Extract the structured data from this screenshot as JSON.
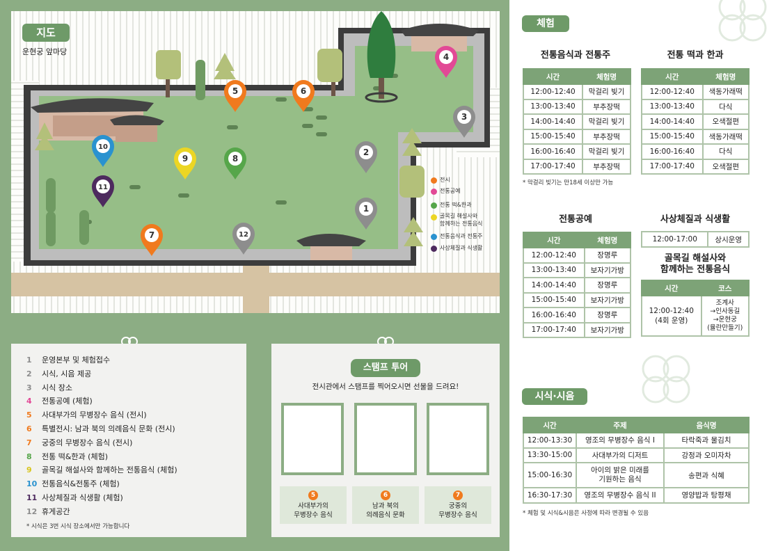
{
  "map": {
    "title": "지도",
    "subtitle": "운현궁 앞마당",
    "pins": [
      {
        "label": "1",
        "color": "#8d8d8d"
      },
      {
        "label": "2",
        "color": "#8d8d8d"
      },
      {
        "label": "3",
        "color": "#8d8d8d"
      },
      {
        "label": "4",
        "color": "#e24996"
      },
      {
        "label": "5",
        "color": "#f07a1e"
      },
      {
        "label": "6",
        "color": "#f07a1e"
      },
      {
        "label": "7",
        "color": "#f07a1e"
      },
      {
        "label": "8",
        "color": "#56a64a"
      },
      {
        "label": "9",
        "color": "#ecd624"
      },
      {
        "label": "10",
        "color": "#2a92cf"
      },
      {
        "label": "11",
        "color": "#4d2a5e"
      },
      {
        "label": "12",
        "color": "#8d8d8d"
      }
    ],
    "legend": [
      {
        "text": "전시",
        "color": "#f07a1e"
      },
      {
        "text": "전통공예",
        "color": "#e24996"
      },
      {
        "text": "전통 떡&한과",
        "color": "#56a64a"
      },
      {
        "text": "골목길 해설사와",
        "text2": "함께하는 전통음식",
        "color": "#ecd624"
      },
      {
        "text": "전통음식과 전통주",
        "color": "#2a92cf"
      },
      {
        "text": "사상체질과 식생활",
        "color": "#4d2a5e"
      }
    ]
  },
  "locations": {
    "items": [
      {
        "num": "1",
        "text": "운영본부 및 체험접수",
        "color": "#8d8d8d"
      },
      {
        "num": "2",
        "text": "시식, 시음 제공",
        "color": "#8d8d8d"
      },
      {
        "num": "3",
        "text": "시식 장소",
        "color": "#8d8d8d"
      },
      {
        "num": "4",
        "text": "전통공예 (체험)",
        "color": "#e24996"
      },
      {
        "num": "5",
        "text": "사대부가의 무병장수 음식 (전시)",
        "color": "#f07a1e"
      },
      {
        "num": "6",
        "text": "특별전시: 남과 북의 의례음식 문화 (전시)",
        "color": "#f07a1e"
      },
      {
        "num": "7",
        "text": "궁중의 무병장수 음식 (전시)",
        "color": "#f07a1e"
      },
      {
        "num": "8",
        "text": "전통 떡&한과 (체험)",
        "color": "#56a64a"
      },
      {
        "num": "9",
        "text": "골목길 해설사와 함께하는 전통음식 (체험)",
        "color": "#d8c51c"
      },
      {
        "num": "10",
        "text": "전통음식&전통주 (체험)",
        "color": "#2a92cf"
      },
      {
        "num": "11",
        "text": "사상체질과 식생활 (체험)",
        "color": "#4d2a5e"
      },
      {
        "num": "12",
        "text": "휴게공간",
        "color": "#8d8d8d"
      }
    ],
    "note": "* 시식은 3번 시식 장소에서만 가능합니다"
  },
  "stamp": {
    "title": "스탬프 투어",
    "subtitle": "전시관에서 스탬프를 찍어오시면 선물을 드려요!",
    "cards": [
      {
        "badge": "5",
        "line1": "사대부가의",
        "line2": "무병장수 음식"
      },
      {
        "badge": "6",
        "line1": "남과 북의",
        "line2": "의례음식 문화"
      },
      {
        "badge": "7",
        "line1": "궁중의",
        "line2": "무병장수 음식"
      }
    ]
  },
  "experience": {
    "title": "체험",
    "headers": {
      "time": "시간",
      "name": "체험명",
      "course": "코스"
    },
    "t1": {
      "title": "전통음식과 전통주",
      "rows": [
        [
          "12:00-12:40",
          "막걸리 빚기"
        ],
        [
          "13:00-13:40",
          "부추장떡"
        ],
        [
          "14:00-14:40",
          "막걸리 빚기"
        ],
        [
          "15:00-15:40",
          "부추장떡"
        ],
        [
          "16:00-16:40",
          "막걸리 빚기"
        ],
        [
          "17:00-17:40",
          "부추장떡"
        ]
      ],
      "note": "* 막걸리 빚기는 만18세 이상만 가능"
    },
    "t2": {
      "title": "전통 떡과 한과",
      "rows": [
        [
          "12:00-12:40",
          "색동가래떡"
        ],
        [
          "13:00-13:40",
          "다식"
        ],
        [
          "14:00-14:40",
          "오색절편"
        ],
        [
          "15:00-15:40",
          "색동가래떡"
        ],
        [
          "16:00-16:40",
          "다식"
        ],
        [
          "17:00-17:40",
          "오색절편"
        ]
      ]
    },
    "t3": {
      "title": "전통공예",
      "rows": [
        [
          "12:00-12:40",
          "장명루"
        ],
        [
          "13:00-13:40",
          "보자기가방"
        ],
        [
          "14:00-14:40",
          "장명루"
        ],
        [
          "15:00-15:40",
          "보자기가방"
        ],
        [
          "16:00-16:40",
          "장명루"
        ],
        [
          "17:00-17:40",
          "보자기가방"
        ]
      ]
    },
    "t4": {
      "title": "사상체질과 식생활",
      "time": "12:00-17:00",
      "desc": "상시운영"
    },
    "t5": {
      "title1": "골목길 해설사와",
      "title2": "함께하는 전통음식",
      "time1": "12:00-12:40",
      "time2": "(4회 운영)",
      "course": [
        "조계사",
        "→인사동길",
        "→운현궁",
        "(율란만들기)"
      ]
    }
  },
  "tasting": {
    "title": "시식·시음",
    "headers": {
      "time": "시간",
      "theme": "주제",
      "food": "음식명"
    },
    "rows": [
      {
        "time": "12:00-13:30",
        "theme": "영조의 무병장수 음식 I",
        "food": "타락죽과 물김치"
      },
      {
        "time": "13:30-15:00",
        "theme": "사대부가의 디저트",
        "food": "강정과 오미자차"
      },
      {
        "time": "15:00-16:30",
        "theme": "아이의 밝은 미래를",
        "theme2": "기원하는 음식",
        "food": "송편과 식혜"
      },
      {
        "time": "16:30-17:30",
        "theme": "영조의 무병장수 음식 II",
        "food": "영양밥과 탕평채"
      }
    ],
    "note": "* 체험 및 시식&시음은 사정에 따라 변경될 수 있음"
  }
}
